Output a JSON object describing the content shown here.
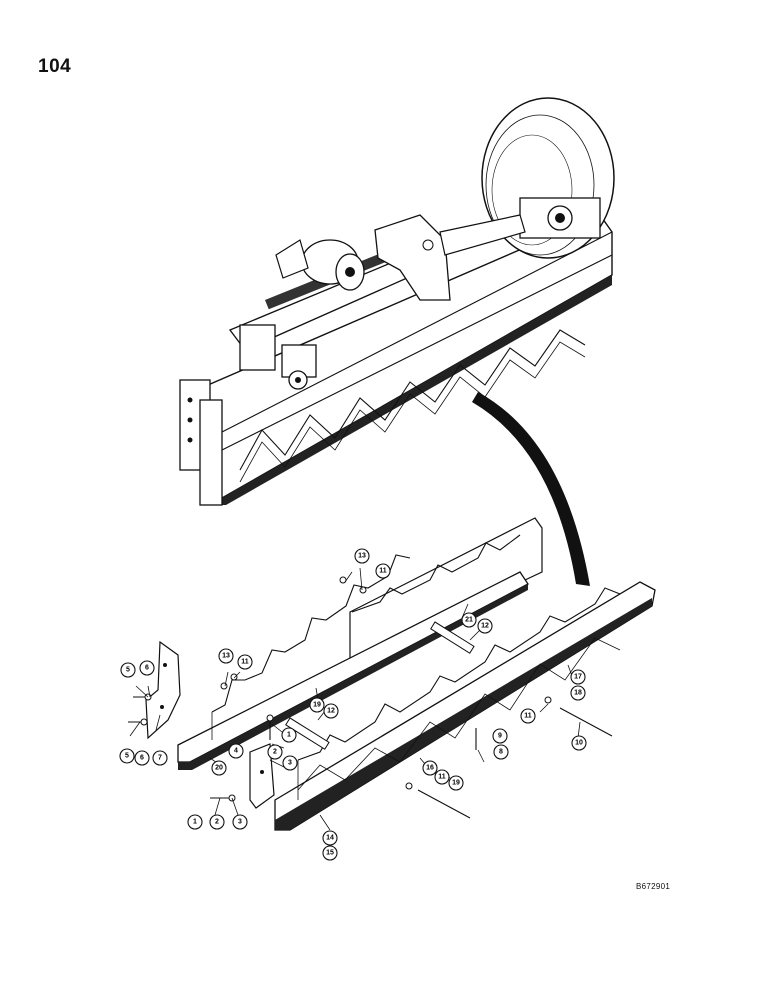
{
  "page": {
    "number": "104",
    "drawing_code": "B672901"
  },
  "callouts": {
    "c1a": "1",
    "c1b": "1",
    "c2a": "2",
    "c2b": "2",
    "c3a": "3",
    "c3b": "3",
    "c4": "4",
    "c5a": "5",
    "c5b": "5",
    "c6a": "6",
    "c6b": "6",
    "c7": "7",
    "c8": "8",
    "c9": "9",
    "c10": "10",
    "c11a": "11",
    "c11b": "11",
    "c11c": "11",
    "c11d": "11",
    "c12a": "12",
    "c12b": "12",
    "c13a": "13",
    "c13b": "13",
    "c14": "14",
    "c15": "15",
    "c16": "16",
    "c17": "17",
    "c18": "18",
    "c19a": "19",
    "c19b": "19",
    "c20": "20",
    "c21": "21"
  }
}
